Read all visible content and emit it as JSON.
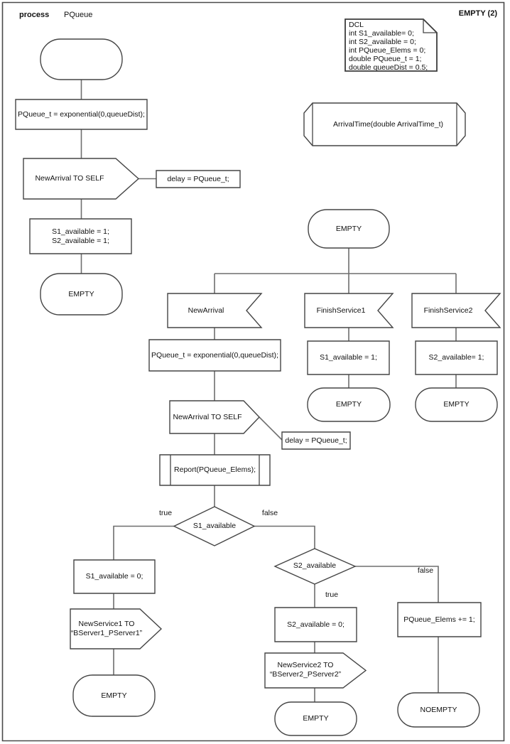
{
  "header": {
    "keyword": "process",
    "name": "PQueue",
    "page": "EMPTY (2)"
  },
  "declarations": [
    "DCL",
    "int S1_available= 0;",
    "int S2_available = 0;",
    "int PQueue_Elems = 0;",
    "double PQueue_t = 1;",
    "double queueDist = 0.5;"
  ],
  "colors": {
    "shape_stroke": "#454545",
    "connector": "#6e6e6e",
    "background": "#ffffff",
    "text": "#111111"
  },
  "nodes": {
    "task_set_delay_init": "PQueue_t = exponential(0,queueDist);",
    "output_newarrival_self_init": "NewArrival TO SELF",
    "comment_delay_init": "delay = PQueue_t;",
    "task_init_servers": "S1_available = 1;\nS2_available = 1;",
    "state_empty_init": "EMPTY",
    "procedure_arrivaltime": "ArrivalTime(double ArrivalTime_t)",
    "state_empty_main": "EMPTY",
    "input_newarrival": "NewArrival",
    "input_finishservice1": "FinishService1",
    "input_finishservice2": "FinishService2",
    "task_set_delay_main": "PQueue_t = exponential(0,queueDist);",
    "task_s1_available_1": "S1_available = 1;",
    "task_s2_available_1": "S2_available= 1;",
    "state_empty_fs1": "EMPTY",
    "state_empty_fs2": "EMPTY",
    "output_newarrival_self_main": "NewArrival TO SELF",
    "comment_delay_main": "delay = PQueue_t;",
    "procedure_report": "Report(PQueue_Elems);",
    "decision_s1_available": "S1_available",
    "label_s1_true": "true",
    "label_s1_false": "false",
    "task_s1_available_0": "S1_available = 0;",
    "output_newservice1": "NewService1 TO\n“BServer1_PServer1”",
    "state_empty_s1": "EMPTY",
    "decision_s2_available": "S2_available",
    "label_s2_true": "true",
    "label_s2_false": "false",
    "task_s2_available_0": "S2_available = 0;",
    "task_pqueue_elems_inc": "PQueue_Elems += 1;",
    "output_newservice2": "NewService2 TO\n“BServer2_PServer2”",
    "state_empty_s2": "EMPTY",
    "state_noempty": "NOEMPTY"
  }
}
